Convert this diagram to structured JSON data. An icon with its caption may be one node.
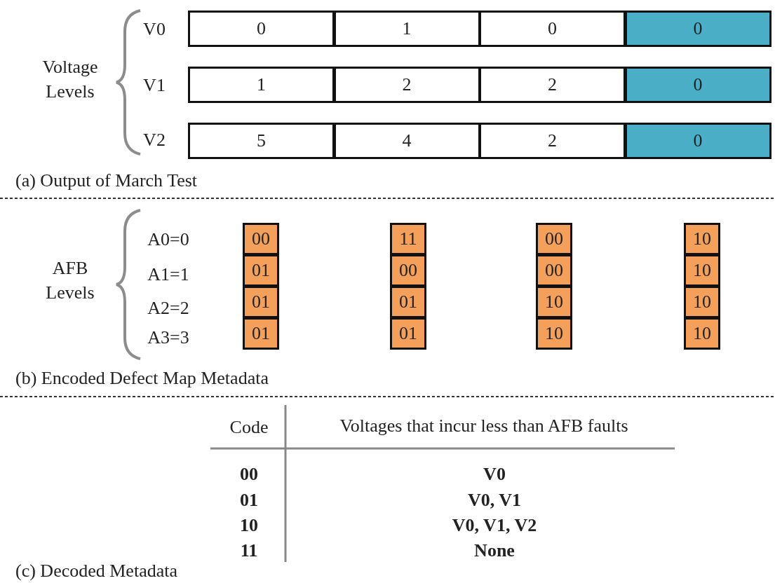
{
  "diagram": {
    "nodes": [
      {
        "text": [
          "0"
        ]
      },
      {
        "text": [
          "1"
        ]
      },
      {
        "text": [
          "0"
        ]
      },
      {
        "text": [
          "0"
        ]
      },
      {
        "text": [
          "1"
        ]
      },
      {
        "text": [
          "2"
        ]
      },
      {
        "text": [
          "2"
        ]
      },
      {
        "text": [
          "0"
        ]
      },
      {
        "text": [
          "5"
        ]
      },
      {
        "text": [
          "4"
        ]
      },
      {
        "text": [
          "2"
        ]
      },
      {
        "text": [
          "0"
        ]
      },
      {
        "text": [
          "00"
        ]
      },
      {
        "text": [
          "11"
        ]
      },
      {
        "text": [
          "00"
        ]
      },
      {
        "text": [
          "10"
        ]
      },
      {
        "text": [
          "01"
        ]
      },
      {
        "text": [
          "00"
        ]
      },
      {
        "text": [
          "00"
        ]
      },
      {
        "text": [
          "10"
        ]
      },
      {
        "text": [
          "01"
        ]
      },
      {
        "text": [
          "01"
        ]
      },
      {
        "text": [
          "10"
        ]
      },
      {
        "text": [
          "10"
        ]
      },
      {
        "text": [
          "01"
        ]
      },
      {
        "text": [
          "01"
        ]
      },
      {
        "text": [
          "10"
        ]
      },
      {
        "text": [
          "10"
        ]
      }
    ],
    "labels": [
      "Voltage Levels",
      "V0",
      "V1",
      "V2",
      "(a) Output of March Test",
      "AFB Levels",
      "A0=0",
      "A1=1",
      "A2=2",
      "A3=3",
      "(b) Encoded Defect Map Metadata",
      "Code",
      "Voltages that incur less than AFB faults",
      "00",
      "V0",
      "01",
      "V0, V1",
      "10",
      "V0, V1, V2",
      "11",
      "None",
      "(c) Decoded Metadata"
    ]
  }
}
